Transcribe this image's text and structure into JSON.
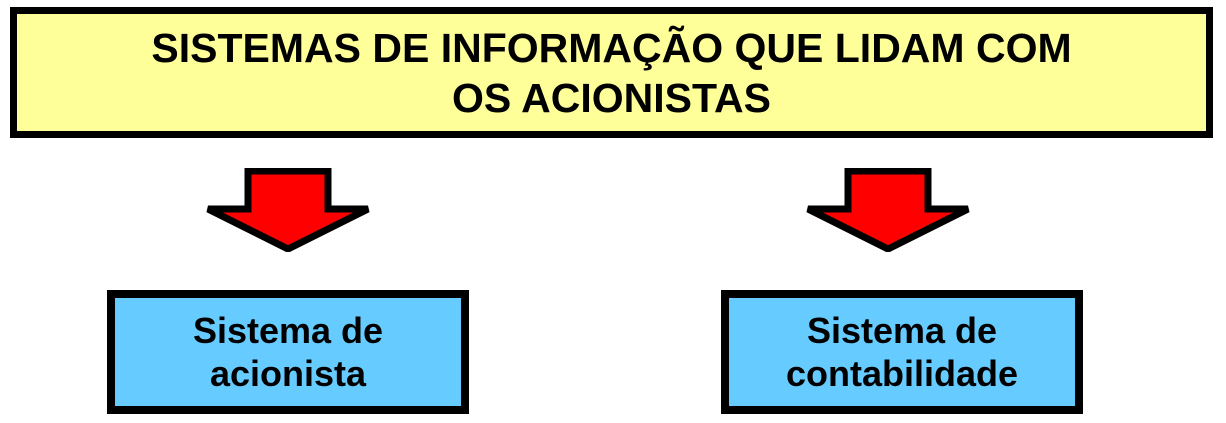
{
  "diagram": {
    "title_box": {
      "lines": [
        "SISTEMAS DE INFORMAÇÃO QUE LIDAM COM",
        "OS ACIONISTAS"
      ],
      "full_text": "SISTEMAS DE INFORMAÇÃO QUE LIDAM COM OS ACIONISTAS",
      "fill_color": "#FFFF99",
      "border_color": "#000000",
      "text_color": "#000000"
    },
    "arrows": [
      {
        "name": "down-arrow-left",
        "direction": "down",
        "fill_color": "#FF0000",
        "outline_color": "#000000"
      },
      {
        "name": "down-arrow-right",
        "direction": "down",
        "fill_color": "#FF0000",
        "outline_color": "#000000"
      }
    ],
    "boxes": [
      {
        "name": "shareholder-system",
        "lines": [
          "Sistema de",
          "acionista"
        ],
        "full_text": "Sistema de acionista",
        "fill_color": "#66CCFF",
        "border_color": "#000000",
        "text_color": "#000000"
      },
      {
        "name": "accounting-system",
        "lines": [
          "Sistema de",
          "contabilidade"
        ],
        "full_text": "Sistema de contabilidade",
        "fill_color": "#66CCFF",
        "border_color": "#000000",
        "text_color": "#000000"
      }
    ]
  }
}
